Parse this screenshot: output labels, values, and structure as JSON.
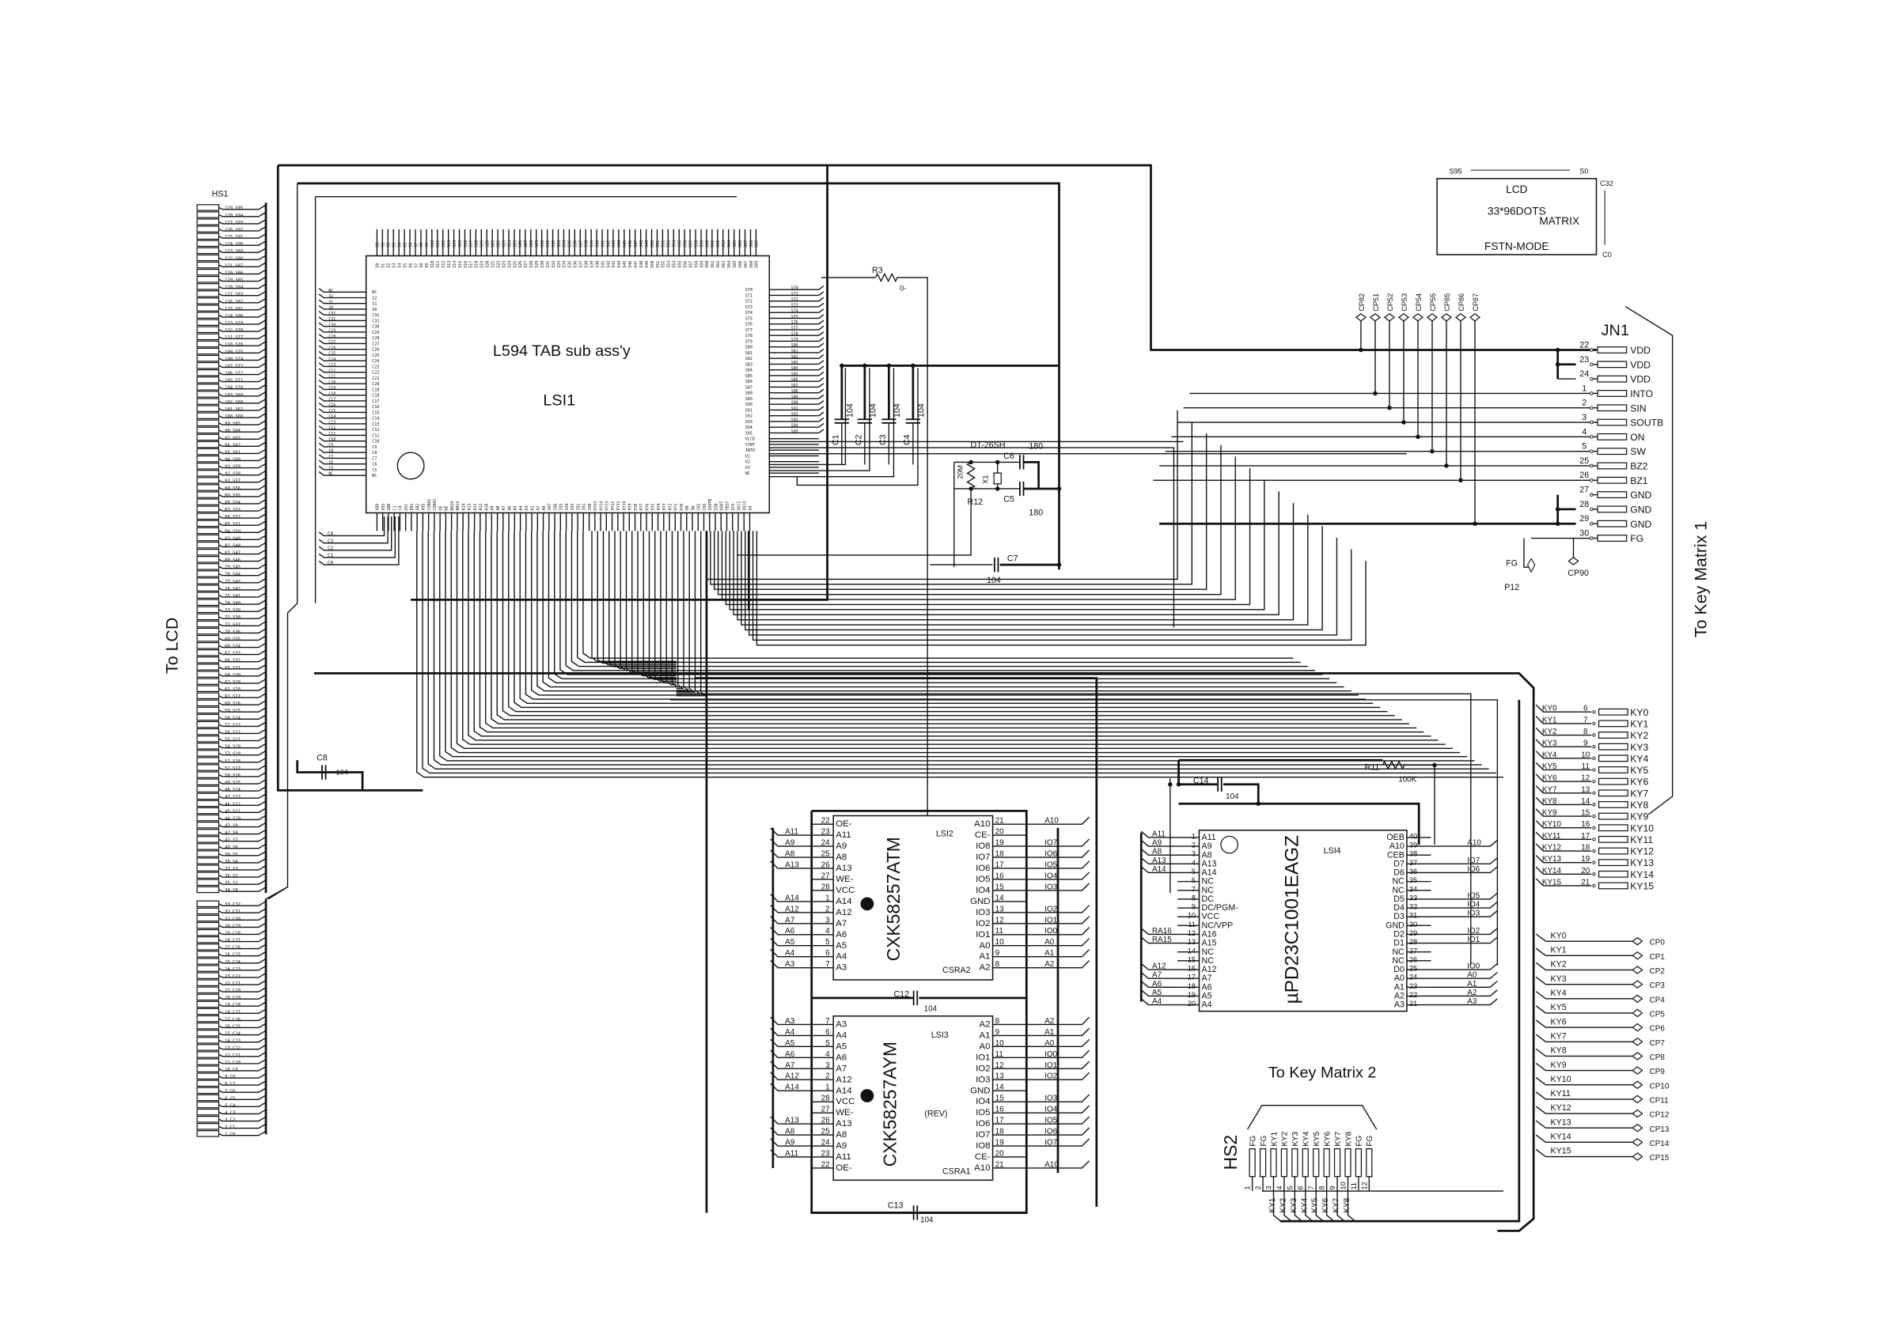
{
  "title_lsi1": "L594 TAB sub ass'y",
  "lsi1_label": "LSI1",
  "to_lcd": "To LCD",
  "to_key_matrix_1": "To Key Matrix 1",
  "to_key_matrix_2": "To Key Matrix 2",
  "hs1": {
    "label": "HS1",
    "segment_pins": [
      "129 S95",
      "128 S94",
      "127 S93",
      "126 S92",
      "125 S91",
      "124 S90",
      "123 S89",
      "122 S88",
      "121 S87",
      "120 S86",
      "119 S85",
      "118 S84",
      "117 S83",
      "116 S82",
      "115 S81",
      "114 S80",
      "113 S79",
      "112 S78",
      "111 S77",
      "110 S76",
      "109 S75",
      "108 S74",
      "107 S73",
      "106 S72",
      "105 S71",
      "104 S70",
      "103 S69",
      "102 S68",
      "101 S67",
      "100 S66",
      "99 S65",
      "98 S64",
      "97 S63",
      "96 S62",
      "95 S61",
      "94 S60",
      "93 S59",
      "92 S58",
      "91 S57",
      "90 S56",
      "89 S55",
      "88 S54",
      "87 S53",
      "86 S52",
      "85 S51",
      "84 S50",
      "83 S49",
      "82 S48",
      "81 S47",
      "80 S46",
      "79 S45",
      "78 S44",
      "77 S43",
      "76 S42",
      "75 S41",
      "74 S40",
      "73 S39",
      "72 S38",
      "71 S37",
      "70 S36",
      "69 S35",
      "68 S34",
      "67 S33",
      "66 S32",
      "65 S31",
      "64 S30",
      "63 S29",
      "62 S28",
      "61 S27",
      "60 S26",
      "59 S25",
      "58 S24",
      "57 S23",
      "56 S22",
      "55 S21",
      "54 S20",
      "53 S19",
      "52 S18",
      "51 S17",
      "50 S16",
      "49 S15",
      "48 S14",
      "47 S13",
      "46 S12",
      "45 S11",
      "44 S10",
      "43 S9",
      "42 S8",
      "41 S7",
      "40 S6",
      "39 S5",
      "38 S4",
      "37 S3",
      "36 S2",
      "35 S1",
      "34 S0"
    ],
    "common_pins": [
      "33 C32",
      "32 C31",
      "31 C30",
      "30 C29",
      "29 C28",
      "28 C27",
      "27 C26",
      "26 C25",
      "25 C24",
      "24 C23",
      "23 C22",
      "22 C21",
      "21 C20",
      "20 C19",
      "19 C18",
      "18 C17",
      "17 C16",
      "16 C15",
      "15 C14",
      "14 C13",
      "13 C12",
      "12 C11",
      "11 C10",
      "10 C9",
      "9 C8",
      "8 C7",
      "7 C6",
      "6 C5",
      "5 C4",
      "4 C3",
      "3 C2",
      "2 C1",
      "1 C0"
    ]
  },
  "lsi1_pins": {
    "top": [
      "S0",
      "S1",
      "S2",
      "S3",
      "S4",
      "S5",
      "S6",
      "S7",
      "S8",
      "S9",
      "S10",
      "S11",
      "S12",
      "S13",
      "S14",
      "S15",
      "S16",
      "S17",
      "S18",
      "S19",
      "S20",
      "S21",
      "S22",
      "S23",
      "S24",
      "S25",
      "S26",
      "S27",
      "S28",
      "S29",
      "S30",
      "S31",
      "S32",
      "S33",
      "S34",
      "S35",
      "S36",
      "S37",
      "S38",
      "S39",
      "S40",
      "S41",
      "S42",
      "S43",
      "S44",
      "S45",
      "S46",
      "S47",
      "S48",
      "S49",
      "S50",
      "S51",
      "S52",
      "S53",
      "S54",
      "S55",
      "S56",
      "S57",
      "S58",
      "S59",
      "S60",
      "S61",
      "S62",
      "S63",
      "S64",
      "S65",
      "S66",
      "S67",
      "S68",
      "S69"
    ],
    "right": [
      "S70",
      "S71",
      "S72",
      "S73",
      "S74",
      "S75",
      "S76",
      "S77",
      "S78",
      "S79",
      "S80",
      "S81",
      "S82",
      "S83",
      "S84",
      "S85",
      "S86",
      "S87",
      "S88",
      "S89",
      "S90",
      "S91",
      "S92",
      "S93",
      "S94",
      "S95",
      "VLCD",
      "STNT",
      "INTO",
      "V1",
      "V2",
      "V3",
      "NC"
    ],
    "left": [
      "NC",
      "S2",
      "S1",
      "S0",
      "C32",
      "C31",
      "C30",
      "C29",
      "C28",
      "C27",
      "C26",
      "C25",
      "C24",
      "C23",
      "C22",
      "C21",
      "C20",
      "C19",
      "C18",
      "C17",
      "C16",
      "C15",
      "C14",
      "C13",
      "C12",
      "C11",
      "C10",
      "C9",
      "C8",
      "C7",
      "C6",
      "C5",
      "NC"
    ],
    "bottom": [
      "VDD",
      "VSS",
      "GND",
      "C1",
      "C0",
      "OSC",
      "ER1",
      "ER2",
      "VDD",
      "CSRA1",
      "CSRA2",
      "OE",
      "WE",
      "RA16",
      "RA15",
      "A14",
      "A13",
      "A12",
      "A11",
      "A10",
      "A9",
      "A8",
      "A7",
      "A6",
      "A5",
      "A4",
      "A3",
      "A2",
      "A1",
      "A0",
      "IO7",
      "IO6",
      "IO5",
      "IO4",
      "IO3",
      "IO2",
      "IO1",
      "IO0",
      "KY15",
      "KY14",
      "KY13",
      "KY12",
      "KY11",
      "KY10",
      "KY9",
      "KY8",
      "KY7",
      "KY6",
      "KY5",
      "KY4",
      "KY3",
      "KY2",
      "KY1",
      "KY0",
      "ON",
      "SW",
      "CKI",
      "CKO",
      "SOUTB",
      "SIN",
      "VOUT",
      "TEST",
      "VCO",
      "OSCI",
      "OSCO",
      "V4"
    ],
    "left_lower": [
      "C4",
      "C3",
      "C2",
      "C1",
      "C0"
    ]
  },
  "components": {
    "r3": {
      "ref": "R3",
      "value": "0-"
    },
    "c1": {
      "ref": "C1",
      "value": "104"
    },
    "c2": {
      "ref": "C2",
      "value": "104"
    },
    "c3": {
      "ref": "C3",
      "value": "104"
    },
    "c4": {
      "ref": "C4",
      "value": "104"
    },
    "crystal_type": "DT-26SH",
    "x1": {
      "ref": "X1"
    },
    "c6": {
      "ref": "C6",
      "value": "180"
    },
    "c5": {
      "ref": "C5",
      "value": "180"
    },
    "r12": {
      "ref": "R12",
      "value": "20M"
    },
    "c7": {
      "ref": "C7",
      "value": "104"
    },
    "c8": {
      "ref": "C8",
      "value": "104"
    },
    "c12": {
      "ref": "C12",
      "value": "104"
    },
    "c13": {
      "ref": "C13",
      "value": "104"
    },
    "c14": {
      "ref": "C14",
      "value": "104"
    },
    "r11": {
      "ref": "R11",
      "value": "100K"
    }
  },
  "lcd": {
    "title": "LCD",
    "line1": "33*96DOTS",
    "line2": "MATRIX",
    "line3": "FSTN-MODE",
    "seg_left": "S95",
    "seg_right": "S0",
    "com_top": "C32",
    "com_bottom": "C0"
  },
  "test_points_top": [
    "CP82",
    "CP51",
    "CP52",
    "CP53",
    "CP54",
    "CP55",
    "CP85",
    "CP86",
    "CP87"
  ],
  "jn1": {
    "label": "JN1",
    "rows": [
      {
        "pin": "22",
        "name": "VDD"
      },
      {
        "pin": "23",
        "name": "VDD"
      },
      {
        "pin": "24",
        "name": "VDD"
      },
      {
        "pin": "1",
        "name": "INTO"
      },
      {
        "pin": "2",
        "name": "SIN"
      },
      {
        "pin": "3",
        "name": "SOUTB"
      },
      {
        "pin": "4",
        "name": "ON"
      },
      {
        "pin": "5",
        "name": "SW"
      },
      {
        "pin": "25",
        "name": "BZ2"
      },
      {
        "pin": "26",
        "name": "BZ1"
      },
      {
        "pin": "27",
        "name": "GND"
      },
      {
        "pin": "28",
        "name": "GND"
      },
      {
        "pin": "29",
        "name": "GND"
      },
      {
        "pin": "30",
        "name": "FG"
      }
    ],
    "key_rows": [
      {
        "net": "KY0",
        "pin": "6",
        "name": "KY0"
      },
      {
        "net": "KY1",
        "pin": "7",
        "name": "KY1"
      },
      {
        "net": "KY2",
        "pin": "8",
        "name": "KY2"
      },
      {
        "net": "KY3",
        "pin": "9",
        "name": "KY3"
      },
      {
        "net": "KY4",
        "pin": "10",
        "name": "KY4"
      },
      {
        "net": "KY5",
        "pin": "11",
        "name": "KY5"
      },
      {
        "net": "KY6",
        "pin": "12",
        "name": "KY6"
      },
      {
        "net": "KY7",
        "pin": "13",
        "name": "KY7"
      },
      {
        "net": "KY8",
        "pin": "14",
        "name": "KY8"
      },
      {
        "net": "KY9",
        "pin": "15",
        "name": "KY9"
      },
      {
        "net": "KY10",
        "pin": "16",
        "name": "KY10"
      },
      {
        "net": "KY11",
        "pin": "17",
        "name": "KY11"
      },
      {
        "net": "KY12",
        "pin": "18",
        "name": "KY12"
      },
      {
        "net": "KY13",
        "pin": "19",
        "name": "KY13"
      },
      {
        "net": "KY14",
        "pin": "20",
        "name": "KY14"
      },
      {
        "net": "KY15",
        "pin": "21",
        "name": "KY15"
      }
    ]
  },
  "fg_point": {
    "label": "FG",
    "ref": "P12"
  },
  "cp90": "CP90",
  "key_test_points": [
    {
      "net": "KY0",
      "cp": "CP0"
    },
    {
      "net": "KY1",
      "cp": "CP1"
    },
    {
      "net": "KY2",
      "cp": "CP2"
    },
    {
      "net": "KY3",
      "cp": "CP3"
    },
    {
      "net": "KY4",
      "cp": "CP4"
    },
    {
      "net": "KY5",
      "cp": "CP5"
    },
    {
      "net": "KY6",
      "cp": "CP6"
    },
    {
      "net": "KY7",
      "cp": "CP7"
    },
    {
      "net": "KY8",
      "cp": "CP8"
    },
    {
      "net": "KY9",
      "cp": "CP9"
    },
    {
      "net": "KY10",
      "cp": "CP10"
    },
    {
      "net": "KY11",
      "cp": "CP11"
    },
    {
      "net": "KY12",
      "cp": "CP12"
    },
    {
      "net": "KY13",
      "cp": "CP13"
    },
    {
      "net": "KY14",
      "cp": "CP14"
    },
    {
      "net": "KY15",
      "cp": "CP15"
    }
  ],
  "lsi2": {
    "ref": "LSI2",
    "part": "CXK58257ATM",
    "cs": "CSRA2",
    "left": [
      {
        "pin": "22",
        "name": "OE-",
        "net": ""
      },
      {
        "pin": "23",
        "name": "A11",
        "net": "A11"
      },
      {
        "pin": "24",
        "name": "A9",
        "net": "A9"
      },
      {
        "pin": "25",
        "name": "A8",
        "net": "A8"
      },
      {
        "pin": "26",
        "name": "A13",
        "net": "A13"
      },
      {
        "pin": "27",
        "name": "WE-",
        "net": ""
      },
      {
        "pin": "28",
        "name": "VCC",
        "net": ""
      },
      {
        "pin": "1",
        "name": "A14",
        "net": "A14"
      },
      {
        "pin": "2",
        "name": "A12",
        "net": "A12"
      },
      {
        "pin": "3",
        "name": "A7",
        "net": "A7"
      },
      {
        "pin": "4",
        "name": "A6",
        "net": "A6"
      },
      {
        "pin": "5",
        "name": "A5",
        "net": "A5"
      },
      {
        "pin": "6",
        "name": "A4",
        "net": "A4"
      },
      {
        "pin": "7",
        "name": "A3",
        "net": "A3"
      }
    ],
    "right": [
      {
        "pin": "21",
        "name": "A10",
        "net": "A10"
      },
      {
        "pin": "20",
        "name": "CE-",
        "net": ""
      },
      {
        "pin": "19",
        "name": "IO8",
        "net": "IO7"
      },
      {
        "pin": "18",
        "name": "IO7",
        "net": "IO6"
      },
      {
        "pin": "17",
        "name": "IO6",
        "net": "IO5"
      },
      {
        "pin": "16",
        "name": "IO5",
        "net": "IO4"
      },
      {
        "pin": "15",
        "name": "IO4",
        "net": "IO3"
      },
      {
        "pin": "14",
        "name": "GND",
        "net": ""
      },
      {
        "pin": "13",
        "name": "IO3",
        "net": "IO2"
      },
      {
        "pin": "12",
        "name": "IO2",
        "net": "IO1"
      },
      {
        "pin": "11",
        "name": "IO1",
        "net": "IO0"
      },
      {
        "pin": "10",
        "name": "A0",
        "net": "A0"
      },
      {
        "pin": "9",
        "name": "A1",
        "net": "A1"
      },
      {
        "pin": "8",
        "name": "A2",
        "net": "A2"
      }
    ]
  },
  "lsi3": {
    "ref": "LSI3",
    "part": "CXK58257AYM",
    "note": "(REV)",
    "cs": "CSRA1",
    "left": [
      {
        "pin": "7",
        "name": "A3",
        "net": "A3"
      },
      {
        "pin": "6",
        "name": "A4",
        "net": "A4"
      },
      {
        "pin": "5",
        "name": "A5",
        "net": "A5"
      },
      {
        "pin": "4",
        "name": "A6",
        "net": "A6"
      },
      {
        "pin": "3",
        "name": "A7",
        "net": "A7"
      },
      {
        "pin": "2",
        "name": "A12",
        "net": "A12"
      },
      {
        "pin": "1",
        "name": "A14",
        "net": "A14"
      },
      {
        "pin": "28",
        "name": "VCC",
        "net": ""
      },
      {
        "pin": "27",
        "name": "WE-",
        "net": ""
      },
      {
        "pin": "26",
        "name": "A13",
        "net": "A13"
      },
      {
        "pin": "25",
        "name": "A8",
        "net": "A8"
      },
      {
        "pin": "24",
        "name": "A9",
        "net": "A9"
      },
      {
        "pin": "23",
        "name": "A11",
        "net": "A11"
      },
      {
        "pin": "22",
        "name": "OE-",
        "net": ""
      }
    ],
    "right": [
      {
        "pin": "8",
        "name": "A2",
        "net": "A2"
      },
      {
        "pin": "9",
        "name": "A1",
        "net": "A1"
      },
      {
        "pin": "10",
        "name": "A0",
        "net": "A0"
      },
      {
        "pin": "11",
        "name": "IO1",
        "net": "IO0"
      },
      {
        "pin": "12",
        "name": "IO2",
        "net": "IO1"
      },
      {
        "pin": "13",
        "name": "IO3",
        "net": "IO2"
      },
      {
        "pin": "14",
        "name": "GND",
        "net": ""
      },
      {
        "pin": "15",
        "name": "IO4",
        "net": "IO3"
      },
      {
        "pin": "16",
        "name": "IO5",
        "net": "IO4"
      },
      {
        "pin": "17",
        "name": "IO6",
        "net": "IO5"
      },
      {
        "pin": "18",
        "name": "IO7",
        "net": "IO6"
      },
      {
        "pin": "19",
        "name": "IO8",
        "net": "IO7"
      },
      {
        "pin": "20",
        "name": "CE-",
        "net": ""
      },
      {
        "pin": "21",
        "name": "A10",
        "net": "A10"
      }
    ]
  },
  "lsi4": {
    "ref": "LSI4",
    "part": "µPD23C1001EAGZ",
    "left": [
      {
        "pin": "1",
        "name": "A11",
        "net": "A11"
      },
      {
        "pin": "2",
        "name": "A9",
        "net": "A9"
      },
      {
        "pin": "3",
        "name": "A8",
        "net": "A8"
      },
      {
        "pin": "4",
        "name": "A13",
        "net": "A13"
      },
      {
        "pin": "5",
        "name": "A14",
        "net": "A14"
      },
      {
        "pin": "6",
        "name": "NC",
        "net": ""
      },
      {
        "pin": "7",
        "name": "NC",
        "net": ""
      },
      {
        "pin": "8",
        "name": "DC",
        "net": ""
      },
      {
        "pin": "9",
        "name": "DC/PGM-",
        "net": ""
      },
      {
        "pin": "10",
        "name": "VCC",
        "net": ""
      },
      {
        "pin": "11",
        "name": "NC/VPP",
        "net": ""
      },
      {
        "pin": "12",
        "name": "A16",
        "net": "RA16"
      },
      {
        "pin": "13",
        "name": "A15",
        "net": "RA15"
      },
      {
        "pin": "14",
        "name": "NC",
        "net": ""
      },
      {
        "pin": "15",
        "name": "NC",
        "net": ""
      },
      {
        "pin": "16",
        "name": "A12",
        "net": "A12"
      },
      {
        "pin": "17",
        "name": "A7",
        "net": "A7"
      },
      {
        "pin": "18",
        "name": "A6",
        "net": "A6"
      },
      {
        "pin": "19",
        "name": "A5",
        "net": "A5"
      },
      {
        "pin": "20",
        "name": "A4",
        "net": "A4"
      }
    ],
    "right": [
      {
        "pin": "40",
        "name": "OEB",
        "net": ""
      },
      {
        "pin": "39",
        "name": "A10",
        "net": "A10"
      },
      {
        "pin": "38",
        "name": "CEB",
        "net": ""
      },
      {
        "pin": "37",
        "name": "D7",
        "net": "IO7"
      },
      {
        "pin": "36",
        "name": "D6",
        "net": "IO6"
      },
      {
        "pin": "35",
        "name": "NC",
        "net": ""
      },
      {
        "pin": "34",
        "name": "NC",
        "net": ""
      },
      {
        "pin": "33",
        "name": "D5",
        "net": "IO5"
      },
      {
        "pin": "32",
        "name": "D4",
        "net": "IO4"
      },
      {
        "pin": "31",
        "name": "D3",
        "net": "IO3"
      },
      {
        "pin": "30",
        "name": "GND",
        "net": ""
      },
      {
        "pin": "29",
        "name": "D2",
        "net": "IO2"
      },
      {
        "pin": "28",
        "name": "D1",
        "net": "IO1"
      },
      {
        "pin": "27",
        "name": "NC",
        "net": ""
      },
      {
        "pin": "26",
        "name": "NC",
        "net": ""
      },
      {
        "pin": "25",
        "name": "D0",
        "net": "IO0"
      },
      {
        "pin": "24",
        "name": "A0",
        "net": "A0"
      },
      {
        "pin": "23",
        "name": "A1",
        "net": "A1"
      },
      {
        "pin": "22",
        "name": "A2",
        "net": "A2"
      },
      {
        "pin": "21",
        "name": "A3",
        "net": "A3"
      }
    ]
  },
  "hs2": {
    "label": "HS2",
    "top_labels": [
      "FG",
      "FG",
      "KY1",
      "KY2",
      "KY3",
      "KY4",
      "KY5",
      "KY6",
      "KY7",
      "KY8",
      "FG",
      "FG"
    ],
    "pins": [
      "1",
      "2",
      "3",
      "4",
      "5",
      "6",
      "7",
      "8",
      "9",
      "10",
      "11",
      "12"
    ],
    "bottom_labels": [
      "KY1",
      "KY2",
      "KY3",
      "KY4",
      "KY5",
      "KY6",
      "KY7",
      "KY8"
    ]
  }
}
